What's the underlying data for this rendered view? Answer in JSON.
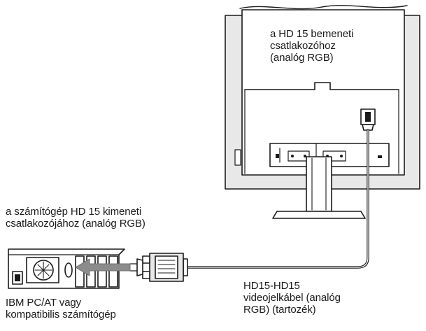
{
  "labels": {
    "monitor_input": [
      "a HD 15 bemeneti",
      "csatlakozóhoz",
      "(analóg RGB)"
    ],
    "computer_output": [
      "a számítógép HD 15 kimeneti",
      "csatlakozójához (analóg RGB)"
    ],
    "computer": [
      "IBM PC/AT vagy",
      "kompatibilis számítógép"
    ],
    "cable": [
      "HD15-HD15",
      "videojelkábel (analóg",
      "RGB) (tartozék)"
    ]
  },
  "colors": {
    "line": "#1a1a1a",
    "fill_light": "#ffffff",
    "fill_gray": "#e8e8e8",
    "arrow": "#8c8c8c",
    "frame": "#d9d9d9"
  }
}
